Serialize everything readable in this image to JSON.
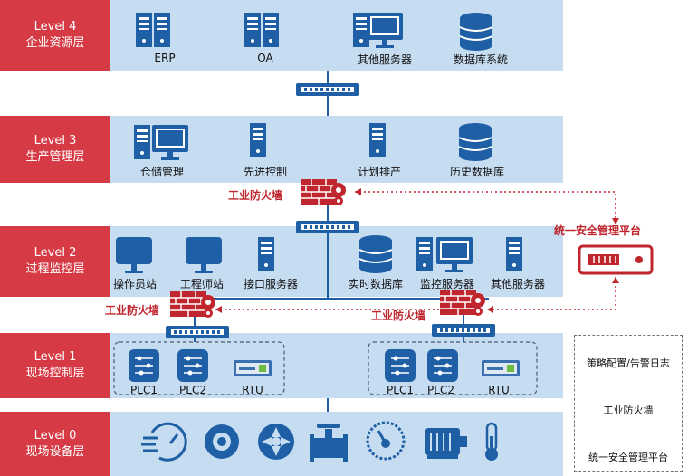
{
  "levels": [
    {
      "code": "Level 4",
      "name": "企业资源层"
    },
    {
      "code": "Level 3",
      "name": "生产管理层"
    },
    {
      "code": "Level 2",
      "name": "过程监控层"
    },
    {
      "code": "Level 1",
      "name": "现场控制层"
    },
    {
      "code": "Level 0",
      "name": "现场设备层"
    }
  ],
  "level4_items": [
    "ERP",
    "OA",
    "其他服务器",
    "数据库系统"
  ],
  "level3_items": [
    "仓储管理",
    "先进控制",
    "计划排产",
    "历史数据库"
  ],
  "level2_items": [
    "操作员站",
    "工程师站",
    "接口服务器",
    "实时数据库",
    "监控服务器",
    "其他服务器"
  ],
  "level1_left": [
    "PLC1",
    "PLC2",
    "RTU"
  ],
  "level1_right": [
    "PLC1",
    "PLC2",
    "RTU"
  ],
  "firewall_label": "工业防火墙",
  "platform_label": "统一安全管理平台",
  "legend": {
    "line_label": "策略配置/告警日志",
    "firewall": "工业防火墙",
    "platform": "统一安全管理平台"
  },
  "colors": {
    "band": "#c6dcf0",
    "level_tag": "#d63b45",
    "icon_blue": "#1e5fa6",
    "firewall_red": "#c0262e"
  }
}
